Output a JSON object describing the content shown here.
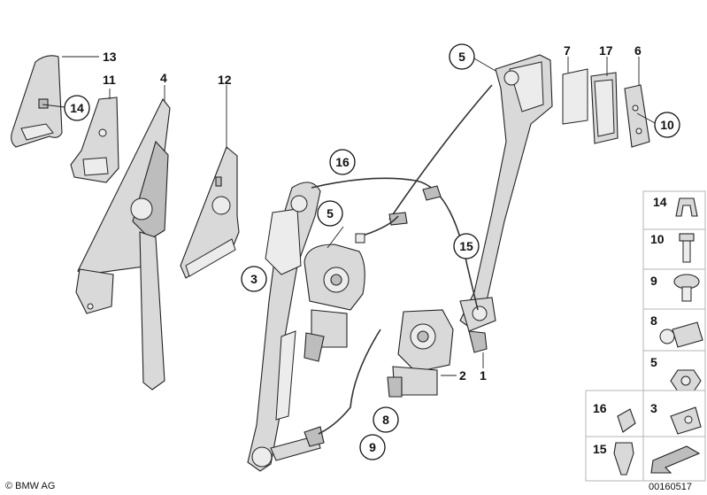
{
  "plain_labels": [
    {
      "id": "13",
      "text": "13"
    },
    {
      "id": "11",
      "text": "11"
    },
    {
      "id": "4",
      "text": "4"
    },
    {
      "id": "12",
      "text": "12"
    },
    {
      "id": "7",
      "text": "7"
    },
    {
      "id": "17",
      "text": "17"
    },
    {
      "id": "6",
      "text": "6"
    },
    {
      "id": "2",
      "text": "2"
    },
    {
      "id": "1",
      "text": "1"
    }
  ],
  "circled_labels": [
    {
      "id": "14",
      "text": "14"
    },
    {
      "id": "5a",
      "text": "5"
    },
    {
      "id": "10",
      "text": "10"
    },
    {
      "id": "16",
      "text": "16"
    },
    {
      "id": "5b",
      "text": "5"
    },
    {
      "id": "15",
      "text": "15"
    },
    {
      "id": "3",
      "text": "3"
    },
    {
      "id": "8",
      "text": "8"
    },
    {
      "id": "9",
      "text": "9"
    }
  ],
  "parts_panel": [
    {
      "id": "p14",
      "label": "14",
      "icon": "clip-icon"
    },
    {
      "id": "p10",
      "label": "10",
      "icon": "screw-icon"
    },
    {
      "id": "p9",
      "label": "9",
      "icon": "torx-screw-icon"
    },
    {
      "id": "p8",
      "label": "8",
      "icon": "plug-connector-icon"
    },
    {
      "id": "p5",
      "label": "5",
      "icon": "hex-nut-icon"
    },
    {
      "id": "p3",
      "label": "3",
      "icon": "cable-holder-icon"
    },
    {
      "id": "p16",
      "label": "16",
      "icon": "cable-clip-icon"
    },
    {
      "id": "p15",
      "label": "15",
      "icon": "expanding-rivet-icon"
    }
  ],
  "footer": {
    "brand": "© BMW AG",
    "diagram_number": "00160517"
  },
  "colors": {
    "line": "#222222",
    "part_fill": "#d9d9d9",
    "panel_border": "#b5b5b5"
  }
}
